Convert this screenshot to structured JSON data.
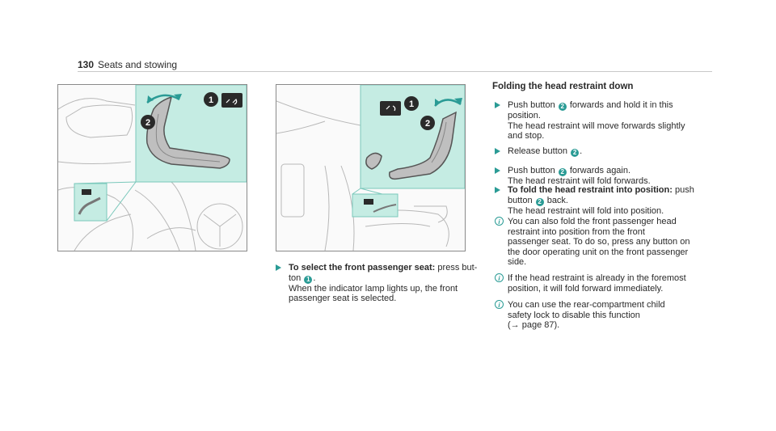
{
  "header": {
    "page_number": "130",
    "title": "Seats and stowing"
  },
  "colors": {
    "accent": "#2a9b95",
    "highlight": "#c5ece3"
  },
  "figures": {
    "left": {
      "callouts": [
        "1",
        "2"
      ],
      "icons": [
        "seat-button-icon",
        "head-restraint-forward-arrow-icon"
      ]
    },
    "right": {
      "callouts": [
        "1",
        "2"
      ],
      "icons": [
        "seat-button-icon",
        "head-restraint-forward-arrow-icon"
      ]
    }
  },
  "middle_step": {
    "bold": "To select the front passenger seat:",
    "line1_rest": " press but-",
    "line2_pre": "ton ",
    "badge": "1",
    "line2_post": ".",
    "lines": [
      "When the indicator lamp lights up, the front",
      "passenger seat is selected."
    ]
  },
  "section": {
    "title": "Folding the head restraint down",
    "step1": {
      "pre": "Push button ",
      "badge": "2",
      "post": " forwards and hold it in this",
      "lines": [
        "position.",
        "The head restraint will move forwards slightly",
        "and stop."
      ]
    },
    "step2": {
      "pre": "Release button ",
      "badge": "2",
      "post": "."
    },
    "step3": {
      "pre": "Push button ",
      "badge": "2",
      "post": " forwards again.",
      "lines": [
        "The head restraint will fold forwards."
      ]
    },
    "step4": {
      "bold": "To fold the head restraint into position:",
      "rest": " push",
      "line2_pre": "button ",
      "badge": "2",
      "line2_post": " back.",
      "lines": [
        "The head restraint will fold into position."
      ]
    },
    "note1": [
      "You can also fold the front passenger head",
      "restraint into position from the front",
      "passenger seat. To do so, press any button on",
      "the door operating unit on the front passenger",
      "side."
    ],
    "note2": [
      "If the head restraint is already in the foremost",
      "position, it will fold forward immediately."
    ],
    "note3": [
      "You can use the rear-compartment child",
      "safety lock to disable this function",
      "(→ page 87)."
    ]
  }
}
